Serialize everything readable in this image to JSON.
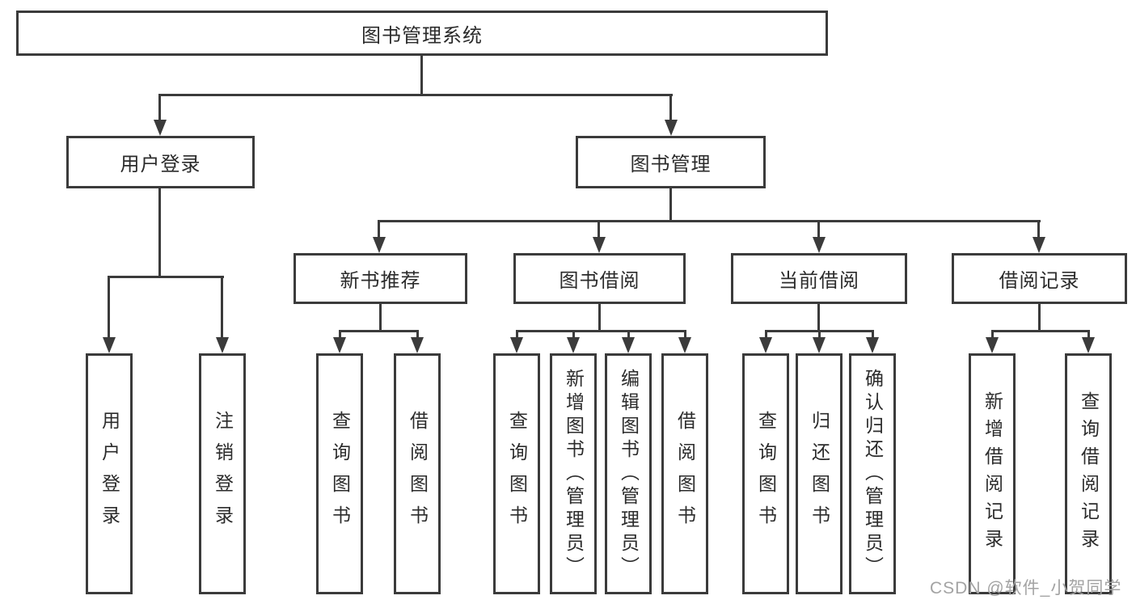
{
  "colors": {
    "line": "#3b3b3b",
    "text": "#2b2b2b",
    "watermark": "#a3a3a3",
    "bg": "#ffffff"
  },
  "diagram": {
    "title": "图书管理系统",
    "level1": [
      {
        "label": "用户登录"
      },
      {
        "label": "图书管理"
      }
    ],
    "level2": [
      {
        "label": "新书推荐"
      },
      {
        "label": "图书借阅"
      },
      {
        "label": "当前借阅"
      },
      {
        "label": "借阅记录"
      }
    ],
    "leaves": [
      {
        "label": "用户登录"
      },
      {
        "label": "注销登录"
      },
      {
        "label": "查询图书"
      },
      {
        "label": "借阅图书"
      },
      {
        "label": "查询图书"
      },
      {
        "label": "新增图书（管理员）"
      },
      {
        "label": "编辑图书（管理员）"
      },
      {
        "label": "借阅图书"
      },
      {
        "label": "查询图书"
      },
      {
        "label": "归还图书"
      },
      {
        "label": "确认归还（管理员）"
      },
      {
        "label": "新增借阅记录"
      },
      {
        "label": "查询借阅记录"
      }
    ]
  },
  "watermark": {
    "text": "CSDN @软件_小贺同学"
  }
}
